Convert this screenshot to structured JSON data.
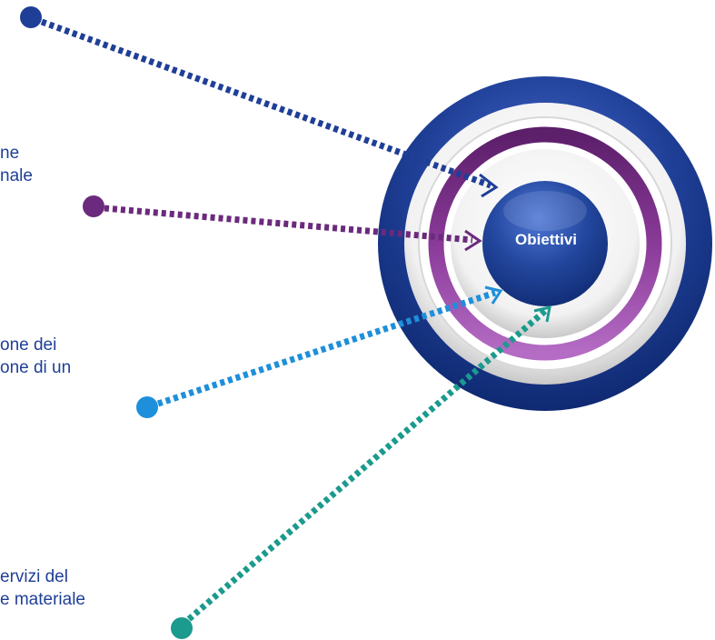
{
  "center_label": "Obiettivi",
  "labels": [
    {
      "lines": [
        "ne",
        "nale"
      ]
    },
    {
      "lines": [
        "one dei",
        "one di un"
      ]
    },
    {
      "lines": [
        "ervizi del",
        "e materiale"
      ]
    }
  ],
  "colors": {
    "outer_ring": "#1f3f97",
    "purple_ring": "#7a2e86",
    "center_disc": "#1f3f97",
    "connector_1": "#1f3f97",
    "connector_2": "#6b2a7d",
    "connector_3": "#1e8fdb",
    "connector_4": "#1b9a8e",
    "label_text": "#1f3f97",
    "center_text": "#ffffff"
  }
}
